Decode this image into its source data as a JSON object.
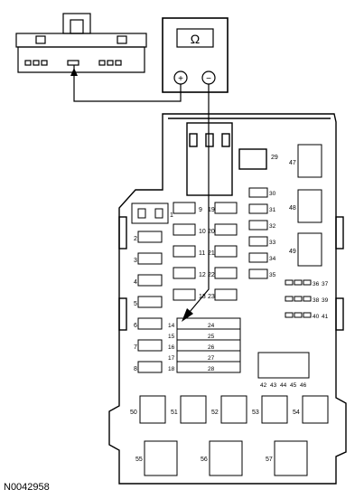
{
  "meter": {
    "symbol": "Ω",
    "plus": "+",
    "minus": "−"
  },
  "figure_id": "N0042958",
  "fuses": {
    "left_col": [
      "2",
      "3",
      "4",
      "5",
      "6",
      "7",
      "8"
    ],
    "mid_col_a": [
      "9",
      "10",
      "11",
      "12",
      "13"
    ],
    "mid_col_b": [
      "19",
      "20",
      "21",
      "22",
      "23"
    ],
    "right_small": [
      "30",
      "31",
      "32",
      "33",
      "34",
      "35",
      "36",
      "37",
      "38",
      "39",
      "40",
      "41"
    ],
    "lower_a": [
      "14",
      "15",
      "16",
      "17",
      "18"
    ],
    "lower_b": [
      "24",
      "25",
      "26",
      "27",
      "28"
    ],
    "lower_c": [
      "42",
      "43",
      "44",
      "45",
      "46"
    ],
    "right_boxes": [
      "47",
      "48",
      "49",
      "29"
    ],
    "bottom_row": [
      "50",
      "51",
      "52",
      "53",
      "54"
    ],
    "relays": [
      "55",
      "56",
      "57"
    ],
    "top_relay": "1"
  }
}
